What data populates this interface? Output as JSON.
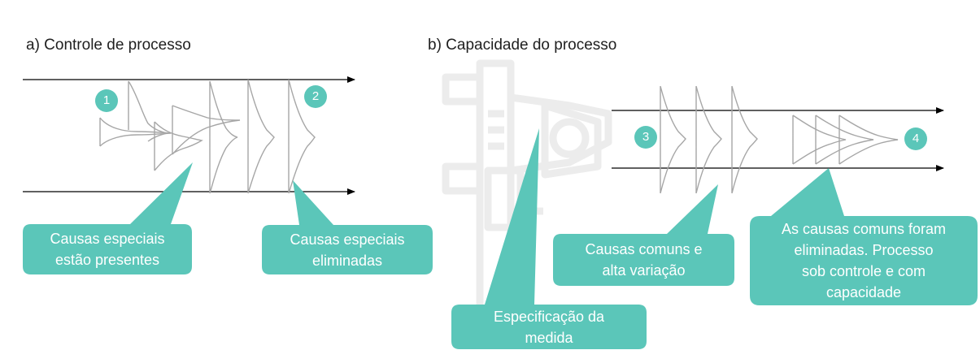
{
  "panel_a": {
    "title": "a) Controle de processo",
    "badges": [
      "1",
      "2"
    ],
    "callouts": {
      "special_present": [
        "Causas especiais",
        "estão presentes"
      ],
      "special_removed": [
        "Causas especiais",
        "eliminadas"
      ]
    }
  },
  "panel_b": {
    "title": "b) Capacidade do processo",
    "badges": [
      "3",
      "4"
    ],
    "callouts": {
      "spec": [
        "Especificação da",
        "medida"
      ],
      "common_high": [
        "Causas comuns e",
        "alta variação"
      ],
      "common_removed": [
        "As causas comuns foram",
        "eliminadas. Processo",
        "sob controle e com",
        "capacidade"
      ]
    }
  },
  "colors": {
    "accent": "#5bc6b9",
    "curve": "#a6a6a6",
    "arrow": "#000000",
    "watermark": "#ededed"
  },
  "icons": [
    "caliper-icon"
  ]
}
